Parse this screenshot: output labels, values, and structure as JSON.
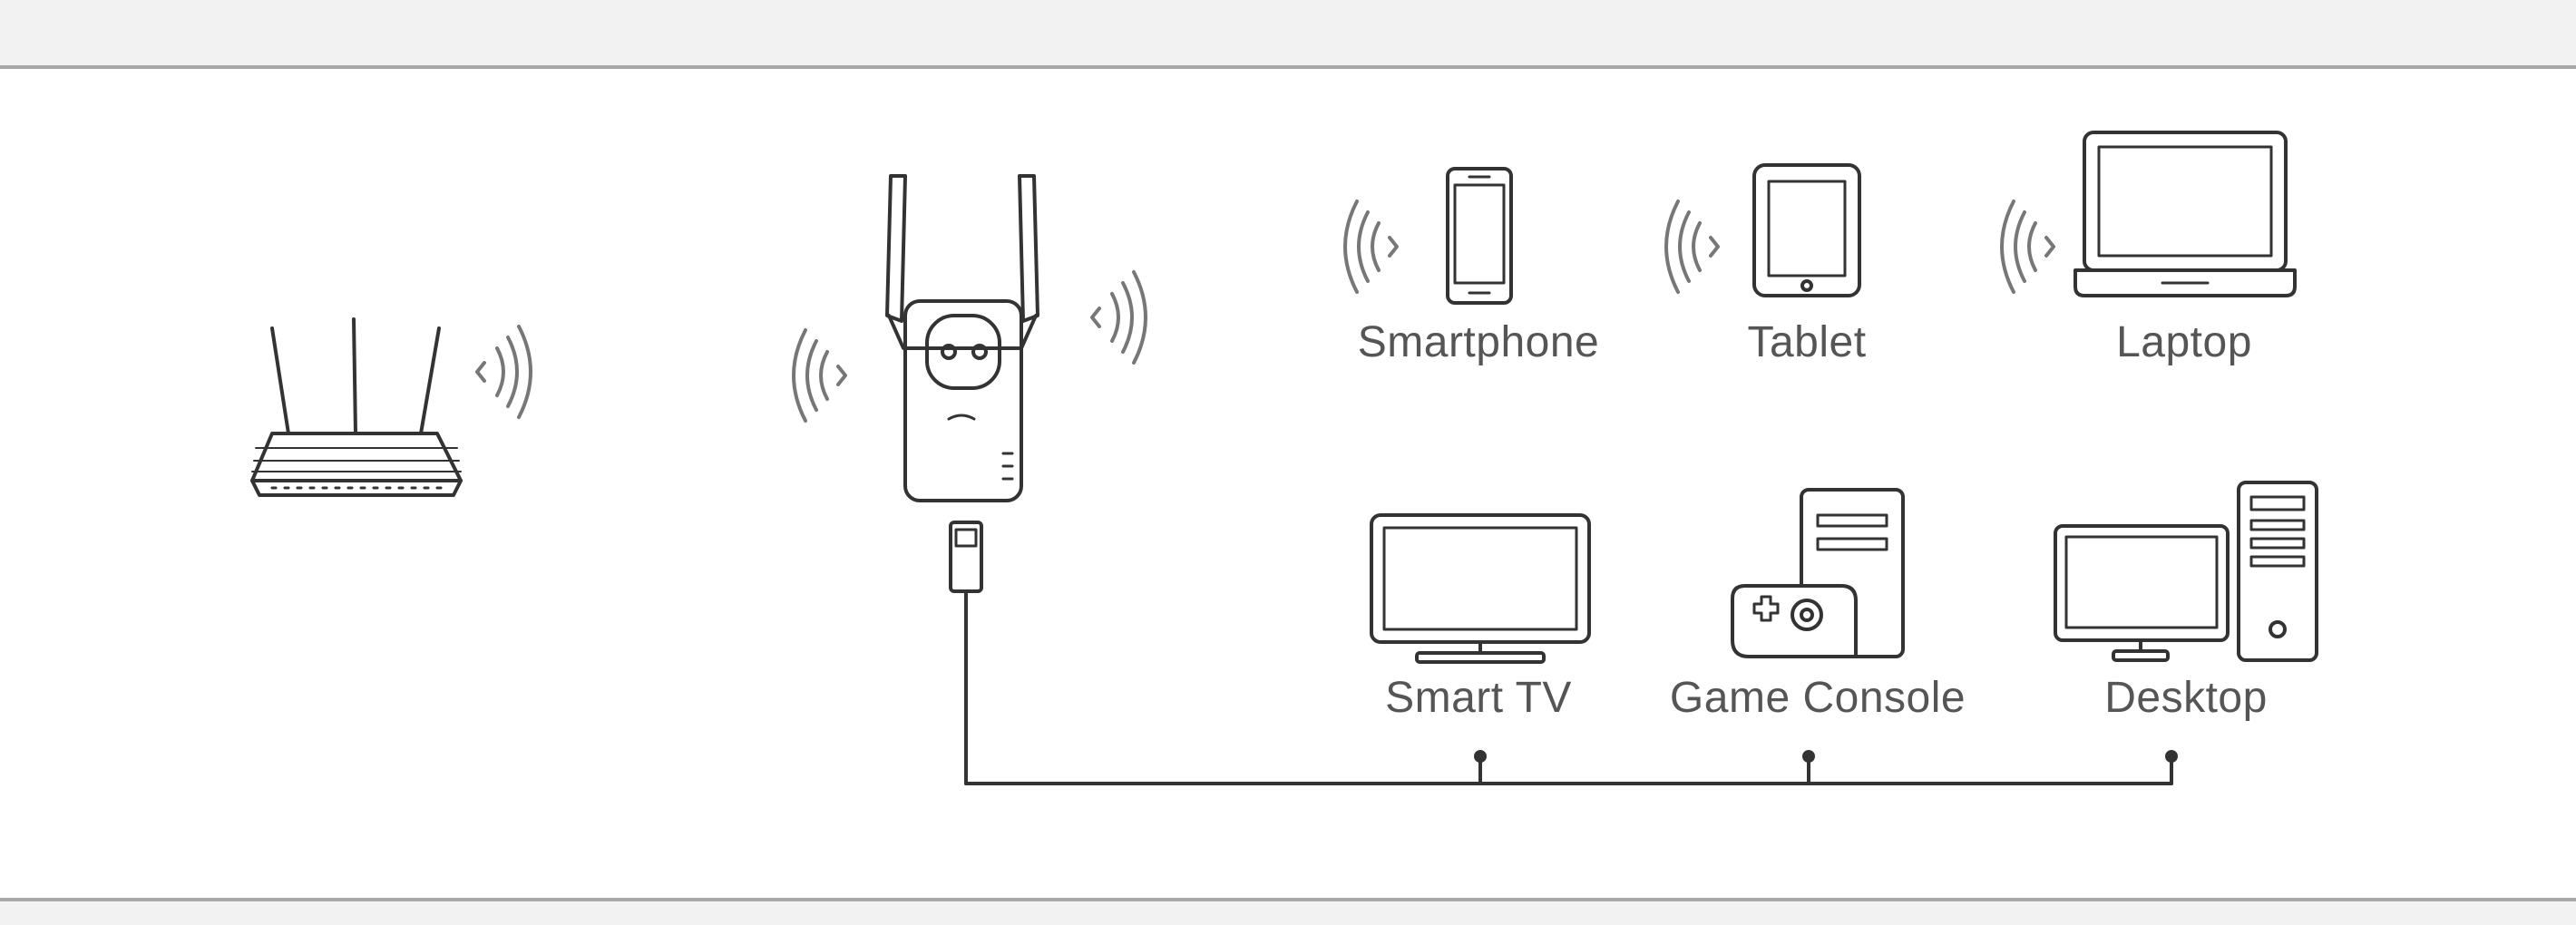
{
  "diagram": {
    "labels": {
      "smartphone": "Smartphone",
      "tablet": "Tablet",
      "laptop": "Laptop",
      "smart_tv": "Smart TV",
      "game_console": "Game Console",
      "desktop": "Desktop"
    },
    "icons": {
      "router": "wifi-router-icon",
      "extender": "range-extender-icon",
      "smartphone": "smartphone-icon",
      "tablet": "tablet-icon",
      "laptop": "laptop-icon",
      "smart_tv": "smart-tv-icon",
      "game_console": "game-console-icon",
      "desktop": "desktop-computer-icon",
      "ethernet": "ethernet-plug-icon",
      "wifi": "wifi-signal-icon"
    },
    "colors": {
      "line": "#333333",
      "text": "#555555",
      "border": "#a8a8a8"
    }
  }
}
